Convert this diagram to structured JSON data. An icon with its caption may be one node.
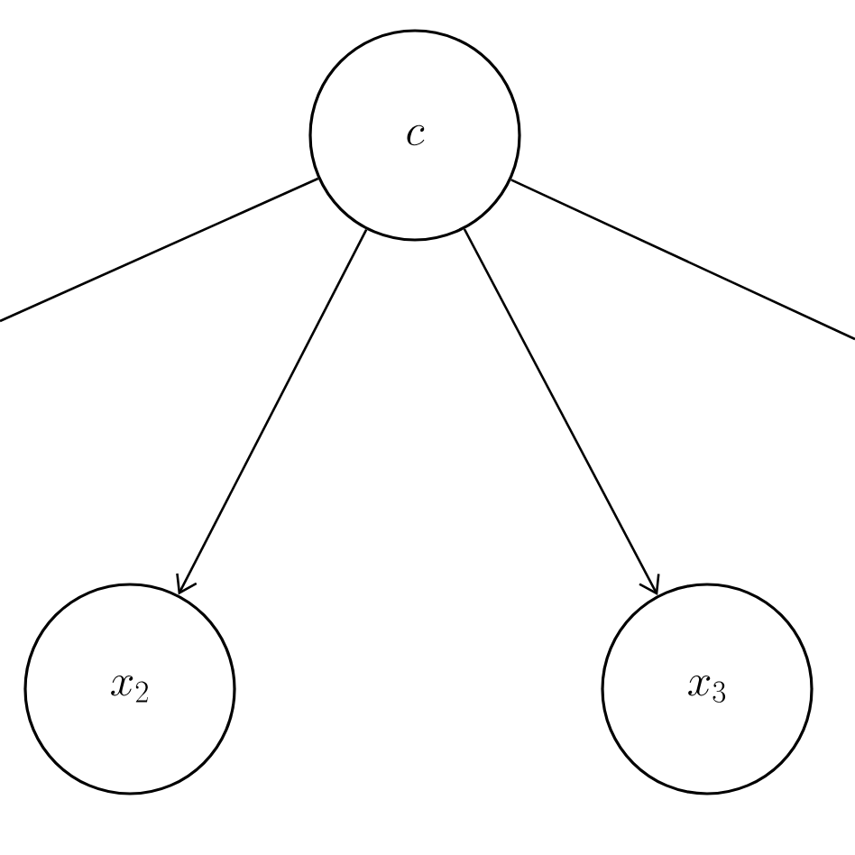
{
  "diagram": {
    "nodes": [
      {
        "text": [
          "c"
        ]
      },
      {
        "text": [
          "x_2"
        ]
      },
      {
        "text": [
          "x_3"
        ]
      }
    ],
    "edges": [
      {
        "from": 0,
        "to": null,
        "arrow": "none"
      },
      {
        "from": 0,
        "to": null,
        "arrow": "none"
      },
      {
        "from": 0,
        "to": 1,
        "arrow": "to"
      },
      {
        "from": 0,
        "to": 2,
        "arrow": "to"
      }
    ]
  }
}
